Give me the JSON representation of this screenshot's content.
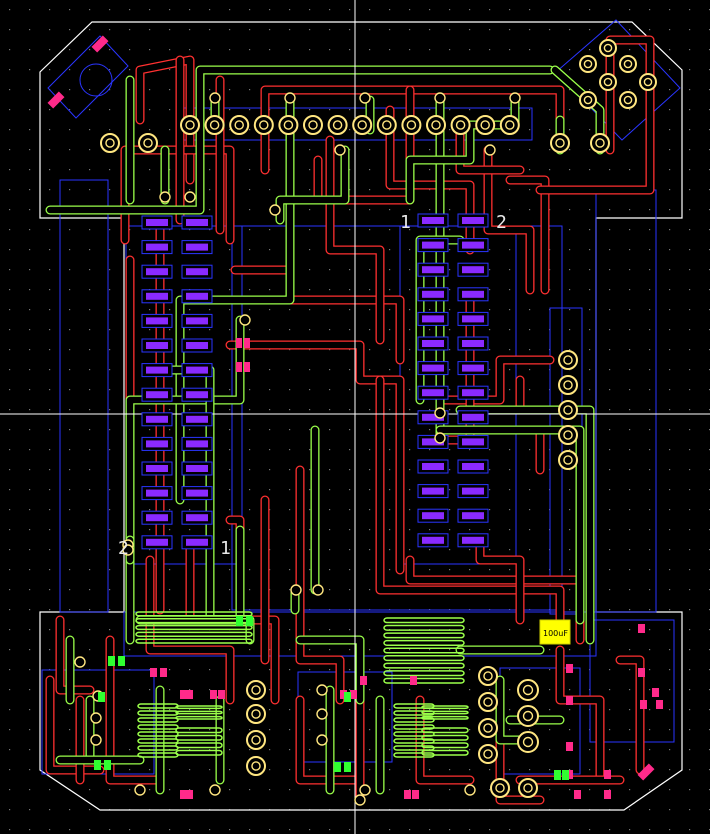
{
  "labels": {
    "u_left_pin": "1",
    "u_right_pin1": "1",
    "u_right_pin2": "2",
    "u_left_mark": "2",
    "cap_value": "100uF"
  },
  "colors": {
    "background": "#000000",
    "grid": "#7a7a7a",
    "board_outline": "#ffffff",
    "top_copper": "#ff3030",
    "bottom_copper": "#9aff4a",
    "silkscreen_blue": "#2a35ff",
    "pad_magenta": "#ff2a8a",
    "pad_gold": "#ffe680",
    "crosshair": "#ffffff",
    "component_green": "#30ff30",
    "cap_yellow": "#ffff00"
  },
  "header_pin_count": 14,
  "side_connector_pin_count": 5,
  "left_ic_rows": 14,
  "right_ic_rows": 14
}
